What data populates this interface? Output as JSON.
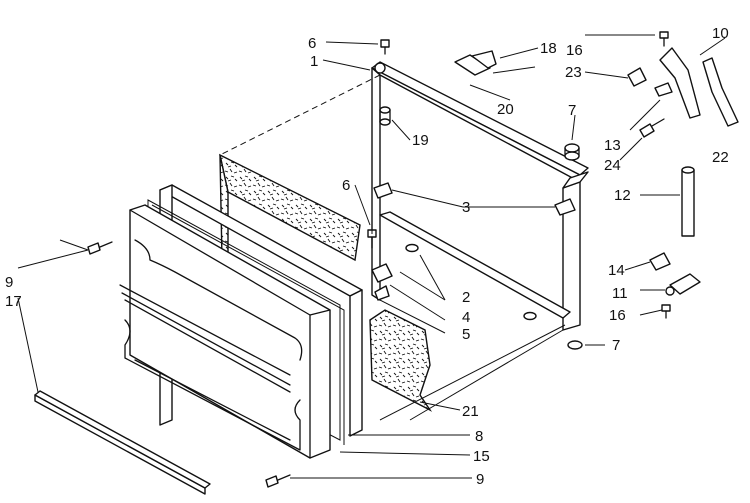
{
  "callouts": {
    "c1": "1",
    "c2": "2",
    "c3": "3",
    "c4": "4",
    "c5": "5",
    "c6a": "6",
    "c6b": "6",
    "c7a": "7",
    "c7b": "7",
    "c8": "8",
    "c9a": "9",
    "c9b": "9",
    "c10": "10",
    "c11": "11",
    "c12": "12",
    "c13": "13",
    "c14": "14",
    "c15": "15",
    "c16a": "16",
    "c16b": "16",
    "c17": "17",
    "c18": "18",
    "c19": "19",
    "c20": "20",
    "c21": "21",
    "c22": "22",
    "c23": "23",
    "c24": "24"
  }
}
